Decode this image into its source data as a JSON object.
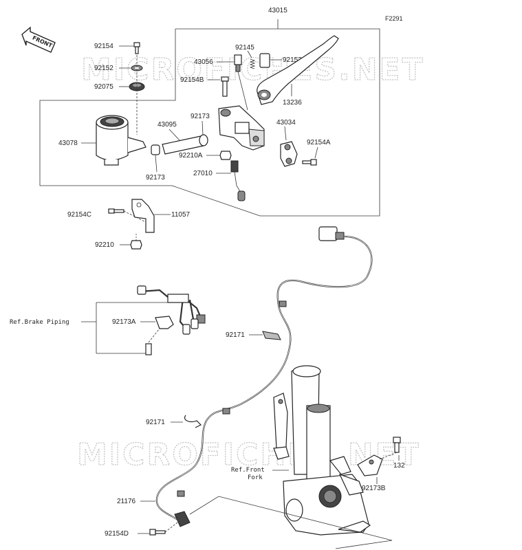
{
  "diagram_code": "F2291",
  "watermark": "MICROFICHES.NET",
  "direction_label": "FRONT",
  "labels": {
    "p43015": "43015",
    "p92154": "92154",
    "p92152": "92152",
    "p92075": "92075",
    "p92145": "92145",
    "p43056": "43056",
    "p92152A": "92152A",
    "p92154B": "92154B",
    "p13236": "13236",
    "p43078": "43078",
    "p43095": "43095",
    "p92173": "92173",
    "p43034": "43034",
    "p92154A": "92154A",
    "p92210A": "92210A",
    "p92173b": "92173",
    "p27010": "27010",
    "p92154C": "92154C",
    "p11057": "11057",
    "p92210": "92210",
    "ref_brake": "Ref.Brake Piping",
    "p92173A": "92173A",
    "p92171a": "92171",
    "p92171b": "92171",
    "p132": "132",
    "p92173B": "92173B",
    "ref_fork_1": "Ref.Front",
    "ref_fork_2": "Fork",
    "p21176": "21176",
    "p92154D": "92154D"
  }
}
